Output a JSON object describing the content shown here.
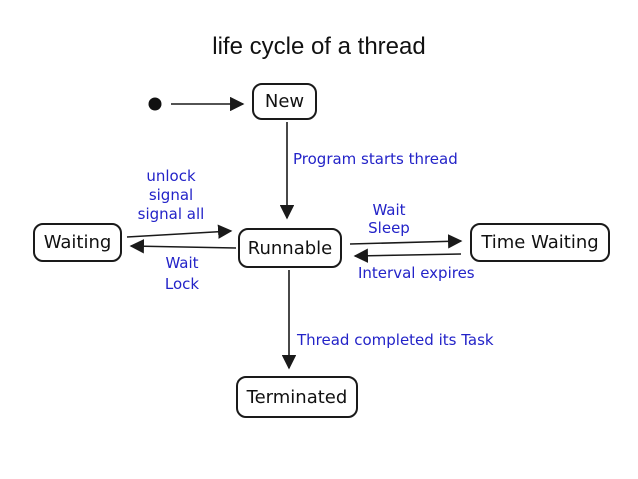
{
  "title": "life cycle of a thread",
  "colors": {
    "background": "#ffffff",
    "stroke": "#1a1a1a",
    "label_blue": "#2323c8"
  },
  "start_marker": "filled-dot",
  "states": [
    {
      "id": "new",
      "label": "New"
    },
    {
      "id": "waiting",
      "label": "Waiting"
    },
    {
      "id": "runnable",
      "label": "Runnable"
    },
    {
      "id": "time_waiting",
      "label": "Time Waiting"
    },
    {
      "id": "terminated",
      "label": "Terminated"
    }
  ],
  "transitions": {
    "program_starts": "Program starts thread",
    "unlock_lines": [
      "unlock",
      "signal",
      "signal all"
    ],
    "wait_lock_lines": [
      "Wait",
      "Lock"
    ],
    "wait_sleep_lines": [
      "Wait",
      "Sleep"
    ],
    "interval_expires": "Interval expires",
    "thread_completed": "Thread completed its Task"
  }
}
